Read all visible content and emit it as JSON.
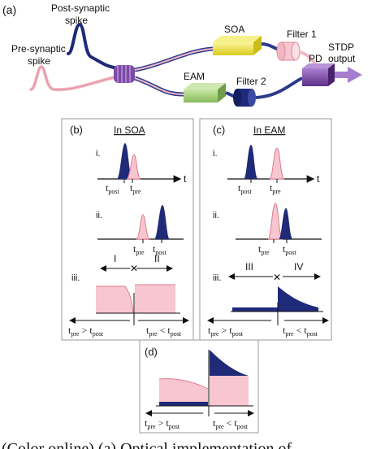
{
  "panel_a": {
    "label": "(a)",
    "post_synaptic_1": "Post-synaptic",
    "post_synaptic_2": "spike",
    "pre_synaptic_1": "Pre-synaptic",
    "pre_synaptic_2": "spike",
    "soa": "SOA",
    "filter1": "Filter 1",
    "eam": "EAM",
    "filter2": "Filter 2",
    "pd": "PD",
    "stdp_1": "STDP",
    "stdp_2": "output"
  },
  "panel_b": {
    "label": "(b)",
    "title": "In SOA",
    "row_i": "i.",
    "row_ii": "ii.",
    "row_iii": "iii.",
    "axis_t": "t",
    "region_left": "I",
    "region_right": "II"
  },
  "panel_c": {
    "label": "(c)",
    "title": "In EAM",
    "row_i": "i.",
    "row_ii": "ii.",
    "row_iii": "iii.",
    "axis_t": "t",
    "region_left": "III",
    "region_right": "IV"
  },
  "panel_d": {
    "label": "(d)"
  },
  "symbols": {
    "t": "t",
    "post": "post",
    "pre": "pre",
    "gt": " > ",
    "lt": " < "
  },
  "caption_fragment": "(Color online) (a) Optical implementation of",
  "colors": {
    "navy": "#1f2a78",
    "pink": "#f7c6d0",
    "pink_line": "#e07a8a",
    "soa_yellow": "#efe64a",
    "eam_green": "#a8d383",
    "pd_purple": "#7d4aa6",
    "fiber_blue": "#2b3a8c"
  }
}
